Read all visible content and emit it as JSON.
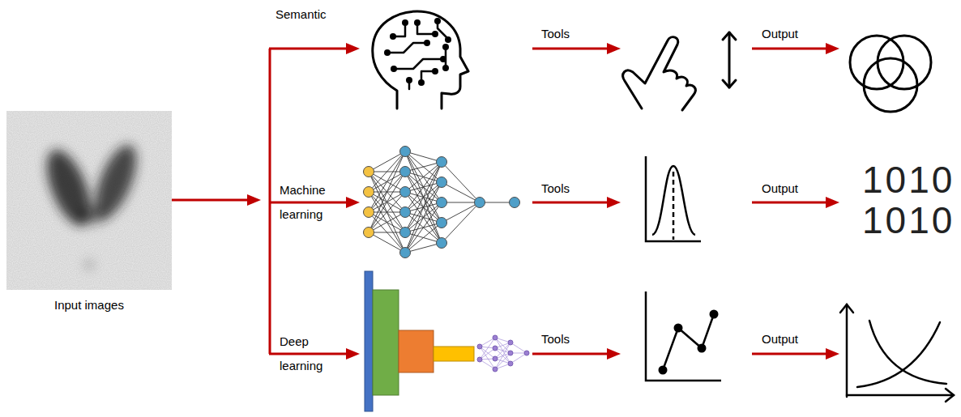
{
  "diagram": {
    "labels": [
      "Semantic",
      "Tools",
      "Output",
      "Machine learning",
      "Tools",
      "Output",
      "1010",
      "1010",
      "Deep learning",
      "Tools",
      "Output",
      "Input images"
    ]
  }
}
